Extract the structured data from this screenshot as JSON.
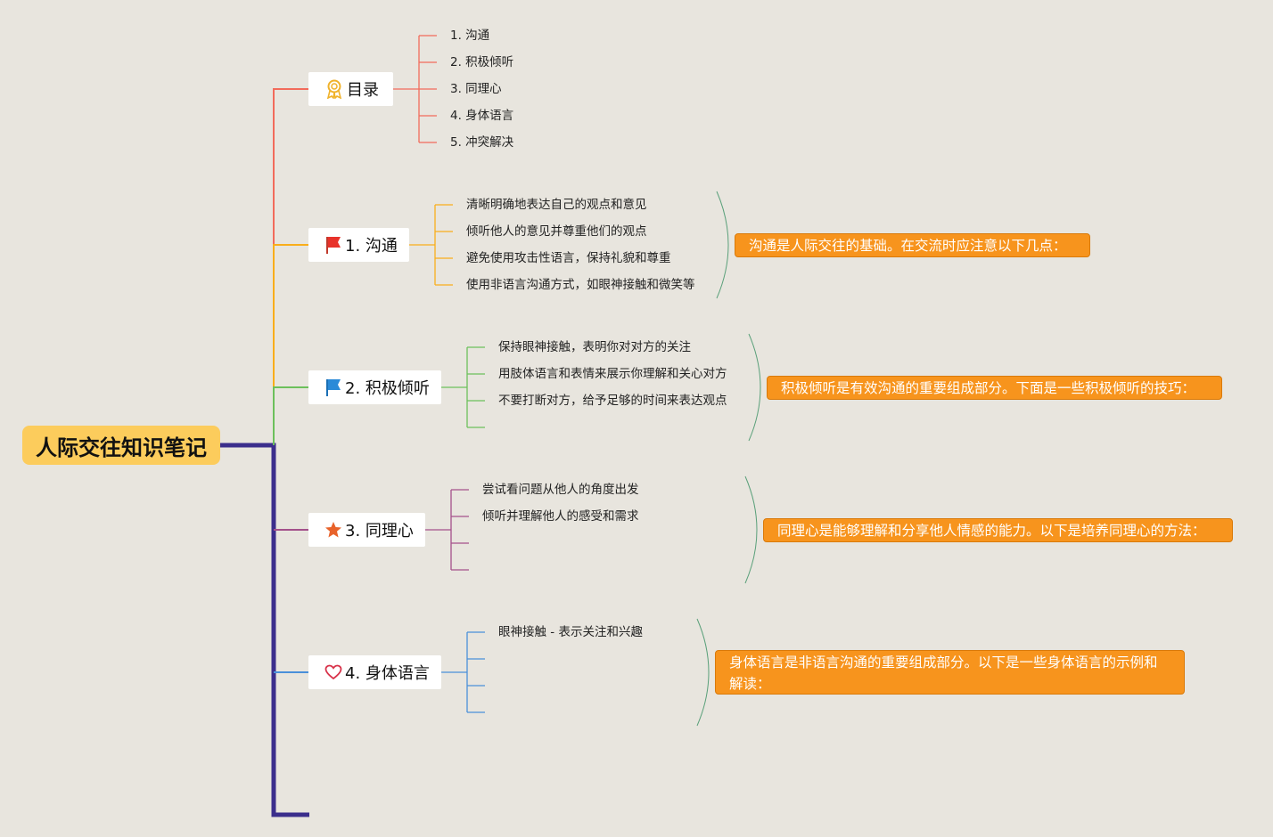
{
  "root": {
    "label": "人际交往知识笔记"
  },
  "branches": [
    {
      "label": "目录",
      "icon": "award-ribbon-icon",
      "color": "#f26b5b",
      "children": [
        "1. 沟通",
        "2. 积极倾听",
        "3. 同理心",
        "4. 身体语言",
        "5. 冲突解决"
      ]
    },
    {
      "label": "1. 沟通",
      "icon": "red-flag-icon",
      "color": "#f9ae1b",
      "children": [
        "清晰明确地表达自己的观点和意见",
        "倾听他人的意见并尊重他们的观点",
        "避免使用攻击性语言，保持礼貌和尊重",
        "使用非语言沟通方式，如眼神接触和微笑等"
      ],
      "summary": "沟通是人际交往的基础。在交流时应注意以下几点："
    },
    {
      "label": "2. 积极倾听",
      "icon": "blue-flag-icon",
      "color": "#6cc05b",
      "children": [
        "保持眼神接触，表明你对对方的关注",
        "用肢体语言和表情来展示你理解和关心对方",
        "不要打断对方，给予足够的时间来表达观点",
        ""
      ],
      "summary": "积极倾听是有效沟通的重要组成部分。下面是一些积极倾听的技巧："
    },
    {
      "label": "3. 同理心",
      "icon": "star-icon",
      "color": "#a4508b",
      "children": [
        "尝试看问题从他人的角度出发",
        "倾听并理解他人的感受和需求",
        "",
        ""
      ],
      "summary": "同理心是能够理解和分享他人情感的能力。以下是培养同理心的方法："
    },
    {
      "label": "4. 身体语言",
      "icon": "heart-icon",
      "color": "#4a90d9",
      "children": [
        "眼神接触 - 表示关注和兴趣",
        "",
        "",
        ""
      ],
      "summary": "身体语言是非语言沟通的重要组成部分。以下是一些身体语言的示例和解读："
    }
  ],
  "colors": {
    "background": "#e8e5de",
    "root_fill": "#fccc5c",
    "trunk": "#3b2e8c",
    "summary_fill": "#f7941d",
    "bracket": "#5aa07a"
  }
}
